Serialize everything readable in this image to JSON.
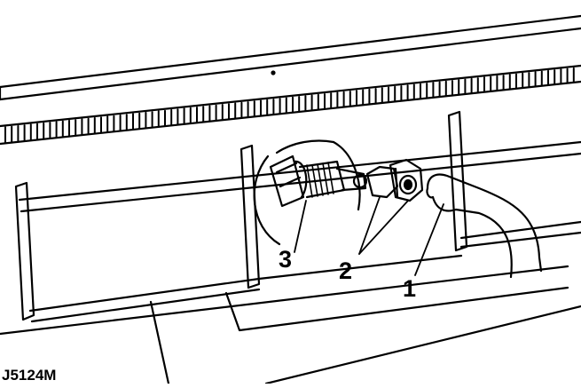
{
  "figure": {
    "reference": "J5124M",
    "callouts": [
      {
        "id": "1",
        "text": "1"
      },
      {
        "id": "2",
        "text": "2"
      },
      {
        "id": "3",
        "text": "3"
      }
    ]
  },
  "colors": {
    "ink": "#000000",
    "paper": "#ffffff"
  }
}
